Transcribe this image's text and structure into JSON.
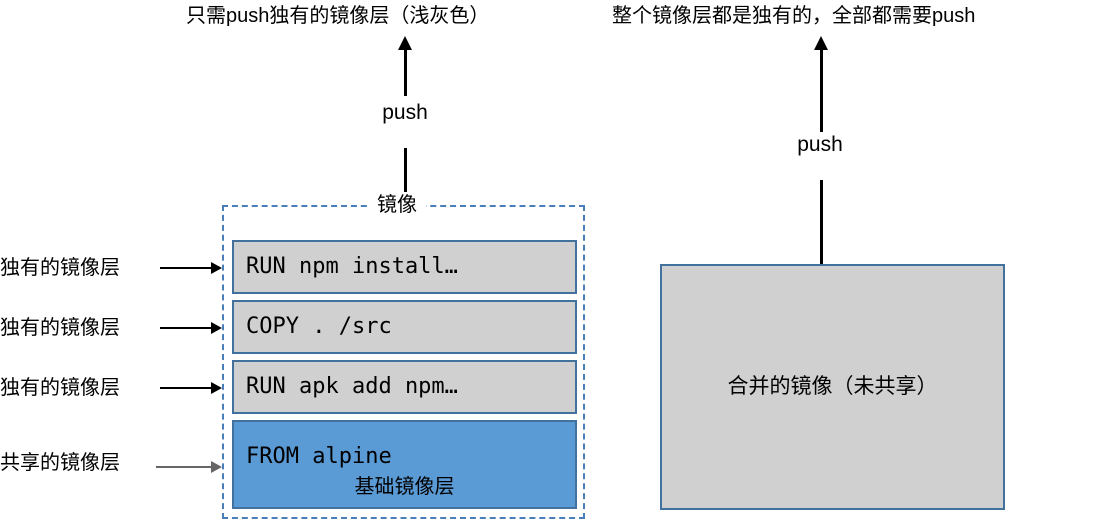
{
  "diagram": {
    "left_panel": {
      "caption": "只需push独有的镜像层（浅灰色）",
      "push_label": "push",
      "group_label": "镜像",
      "layers": [
        {
          "command": "RUN npm install…",
          "annotation": "独有的镜像层",
          "kind": "unique",
          "arrow_color": "#000000"
        },
        {
          "command": "COPY . /src",
          "annotation": "独有的镜像层",
          "kind": "unique",
          "arrow_color": "#000000"
        },
        {
          "command": "RUN apk add npm…",
          "annotation": "独有的镜像层",
          "kind": "unique",
          "arrow_color": "#000000"
        },
        {
          "command": "FROM alpine",
          "sublabel": "基础镜像层",
          "annotation": "共享的镜像层",
          "kind": "base",
          "arrow_color": "#666666"
        }
      ]
    },
    "right_panel": {
      "caption": "整个镜像层都是独有的，全部都需要push",
      "push_label": "push",
      "box_label": "合并的镜像（未共享）"
    },
    "colors": {
      "unique_layer_fill": "#d0d0d0",
      "base_layer_fill": "#5b9bd5",
      "box_border": "#41719c",
      "dashed_border": "#4a7ebb",
      "arrow_black": "#000000",
      "arrow_gray": "#666666"
    }
  }
}
